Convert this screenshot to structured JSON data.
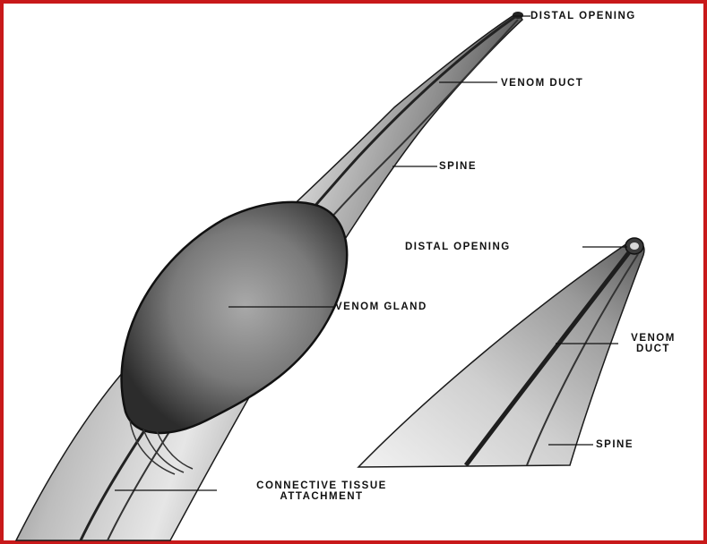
{
  "diagram": {
    "labels": {
      "distal_opening_main": "DISTAL OPENING",
      "venom_duct_main": "VENOM DUCT",
      "spine_main": "SPINE",
      "venom_gland": "VENOM GLAND",
      "connective_tissue_line1": "CONNECTIVE TISSUE",
      "connective_tissue_line2": "ATTACHMENT",
      "distal_opening_inset": "DISTAL OPENING",
      "venom_duct_inset_line1": "VENOM",
      "venom_duct_inset_line2": "DUCT",
      "spine_inset": "SPINE"
    },
    "colors": {
      "frame": "#c8191a",
      "ink": "#111111"
    }
  }
}
